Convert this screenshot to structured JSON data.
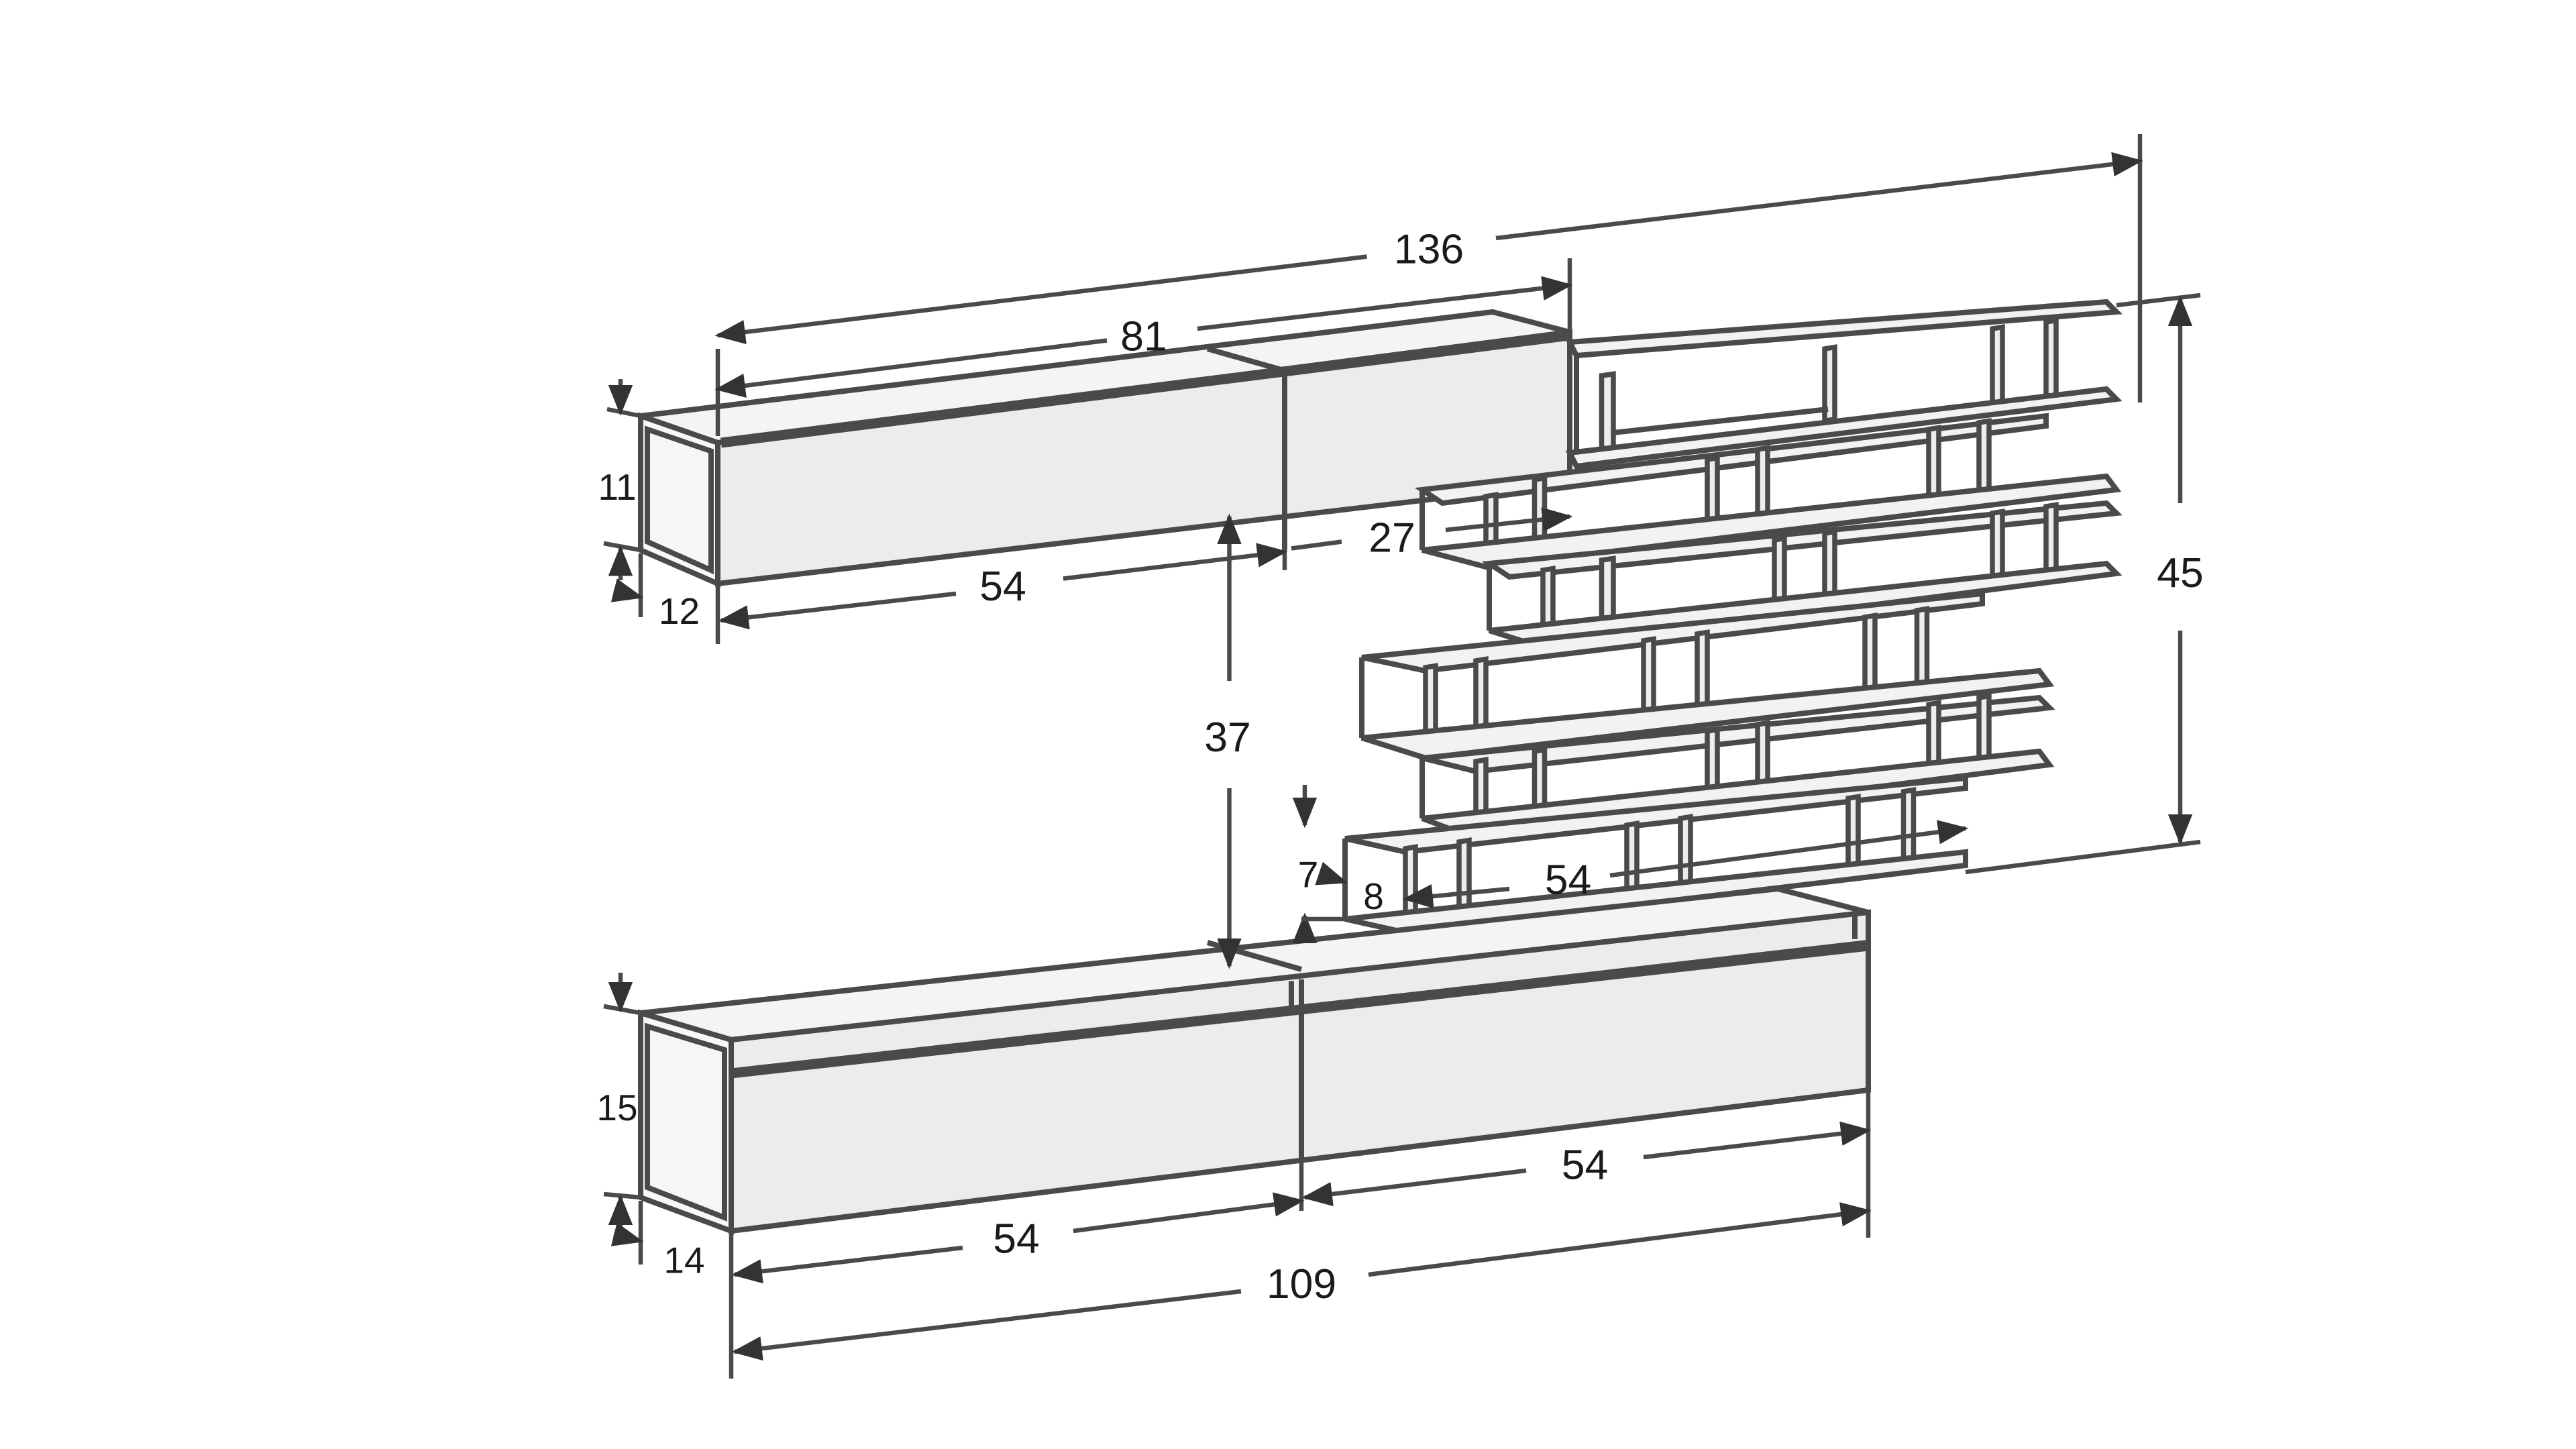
{
  "dimensions": {
    "overall_width_top": "136",
    "top_unit_width": "81",
    "top_unit_height": "11",
    "top_unit_depth": "12",
    "top_unit_module_width": "54",
    "shelf_depth": "27",
    "shelf_height": "45",
    "gap_height": "37",
    "shelf_step_height": "7",
    "shelf_step_depth": "8",
    "shelf_bottom_width": "54",
    "bottom_unit_height": "15",
    "bottom_unit_depth": "14",
    "bottom_module_left": "54",
    "bottom_module_right": "54",
    "bottom_overall_width": "109"
  },
  "colors": {
    "line": "#4a4a4a",
    "face": "#ececec",
    "text": "#1a1a1a"
  }
}
